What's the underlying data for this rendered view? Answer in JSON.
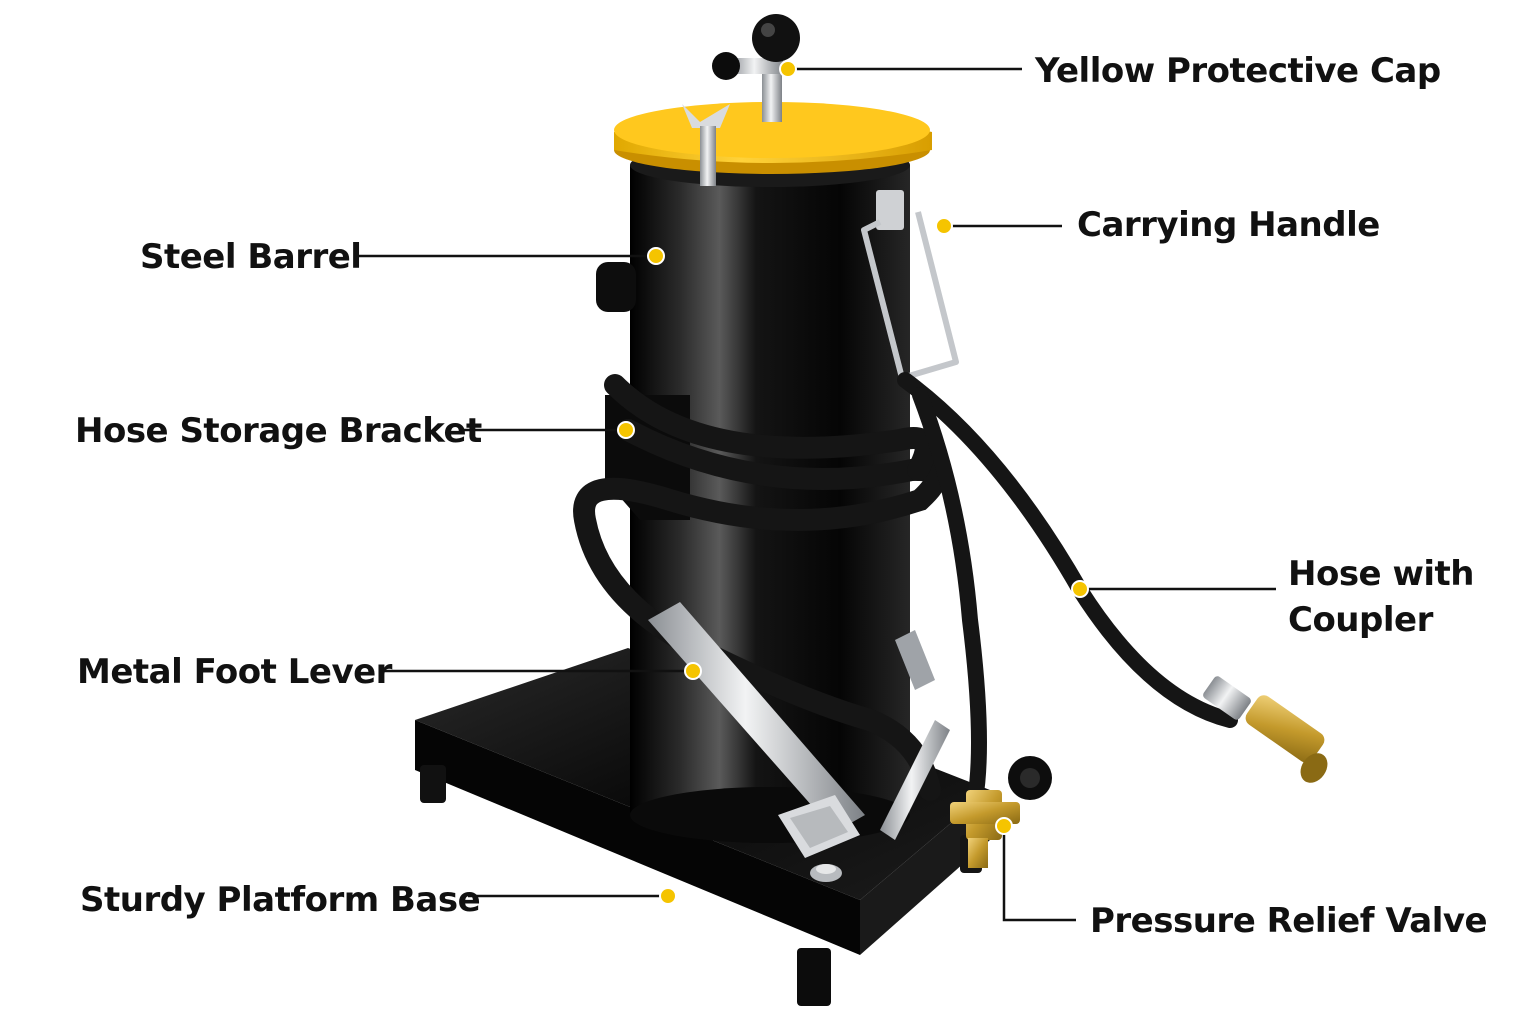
{
  "colors": {
    "accent_yellow": "#F2B705",
    "dot_fill": "#F5C400",
    "barrel_black": "#0b0b0b",
    "hose_black": "#151515",
    "steel": "#c9ccd0",
    "brass": "#c9a23a",
    "background": "#ffffff"
  },
  "callouts": [
    {
      "id": "yellow-protective-cap",
      "lines": [
        "Yellow Protective Cap"
      ]
    },
    {
      "id": "carrying-handle",
      "lines": [
        "Carrying Handle"
      ]
    },
    {
      "id": "steel-barrel",
      "lines": [
        "Steel Barrel"
      ]
    },
    {
      "id": "hose-storage-bracket",
      "lines": [
        "Hose Storage Bracket"
      ]
    },
    {
      "id": "hose-with-coupler",
      "lines": [
        "Hose with",
        "Coupler"
      ]
    },
    {
      "id": "metal-foot-lever",
      "lines": [
        "Metal Foot Lever"
      ]
    },
    {
      "id": "sturdy-platform-base",
      "lines": [
        "Sturdy Platform Base"
      ]
    },
    {
      "id": "pressure-relief-valve",
      "lines": [
        "Pressure Relief Valve"
      ]
    }
  ]
}
